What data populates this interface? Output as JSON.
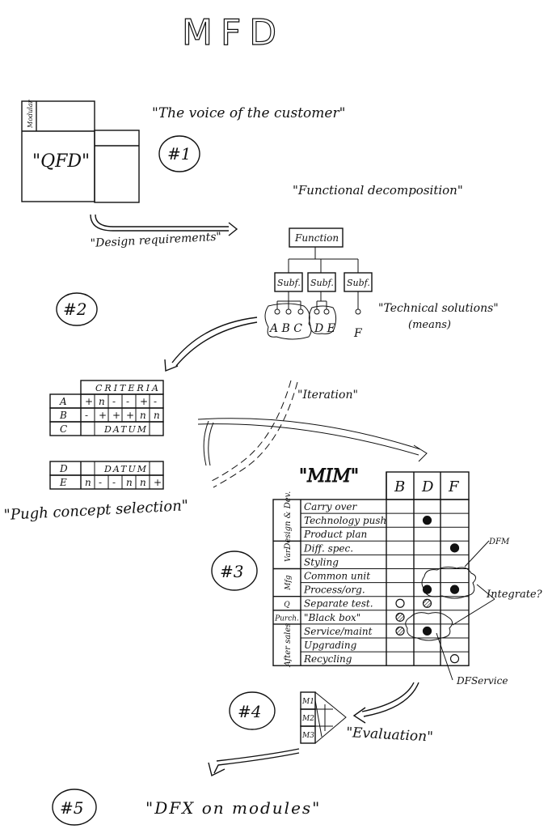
{
  "title": "MFD",
  "qfd": {
    "label": "\"QFD\"",
    "modular_label": "Modular",
    "voice": "\"The voice of the customer\"",
    "step": "#1",
    "output": "\"Design requirements\""
  },
  "decomposition": {
    "title": "\"Functional decomposition\"",
    "function_label": "Function",
    "subfunctions": [
      "Subf.",
      "Subf.",
      "Subf."
    ],
    "solution_groups": [
      "A B C",
      "D E",
      "F"
    ],
    "solutions_label": "\"Technical solutions\"",
    "solutions_sub": "(means)",
    "step": "#2"
  },
  "pugh": {
    "criteria_header": "CRITERIA",
    "rows": [
      {
        "label": "A",
        "cells": [
          "+",
          "n",
          "-",
          "-",
          "+",
          "-"
        ]
      },
      {
        "label": "B",
        "cells": [
          "-",
          "+",
          "+",
          "+",
          "n",
          "n"
        ]
      },
      {
        "label": "C",
        "datum": "DATUM"
      }
    ],
    "rows2": [
      {
        "label": "D",
        "datum": "DATUM"
      },
      {
        "label": "E",
        "cells": [
          "n",
          "-",
          "-",
          "n",
          "n",
          "+"
        ]
      }
    ],
    "caption": "\"Pugh concept selection\"",
    "iteration": "\"Iteration\""
  },
  "mim": {
    "title": "\"MIM\"",
    "columns": [
      "B",
      "D",
      "F"
    ],
    "groups": [
      {
        "label": "Design & Dev.",
        "rows": 3
      },
      {
        "label": "Var.",
        "rows": 2
      },
      {
        "label": "Mfg",
        "rows": 2
      },
      {
        "label": "Q",
        "rows": 1
      },
      {
        "label": "Purch.",
        "rows": 1
      },
      {
        "label": "After sales",
        "rows": 3
      }
    ],
    "rows": [
      {
        "label": "Carry over",
        "marks": {}
      },
      {
        "label": "Technology push",
        "marks": {
          "D": "filled"
        }
      },
      {
        "label": "Product plan",
        "marks": {}
      },
      {
        "label": "Diff. spec.",
        "marks": {
          "F": "filled"
        }
      },
      {
        "label": "Styling",
        "marks": {}
      },
      {
        "label": "Common unit",
        "marks": {}
      },
      {
        "label": "Process/org.",
        "marks": {
          "D": "filled",
          "F": "filled"
        }
      },
      {
        "label": "Separate test.",
        "marks": {
          "B": "empty",
          "D": "hatched"
        }
      },
      {
        "label": "\"Black box\"",
        "marks": {
          "B": "hatched"
        }
      },
      {
        "label": "Service/maint",
        "marks": {
          "B": "hatched",
          "D": "filled"
        }
      },
      {
        "label": "Upgrading",
        "marks": {}
      },
      {
        "label": "Recycling",
        "marks": {
          "F": "empty"
        }
      }
    ],
    "annotations": {
      "dfm": "DFM",
      "integrate": "Integrate?",
      "dfservice": "DFService"
    },
    "step": "#3"
  },
  "evaluation": {
    "modules": [
      "M1",
      "M2",
      "M3"
    ],
    "label": "\"Evaluation\"",
    "step": "#4"
  },
  "dfx": {
    "label": "\"DFX on modules\"",
    "step": "#5"
  }
}
